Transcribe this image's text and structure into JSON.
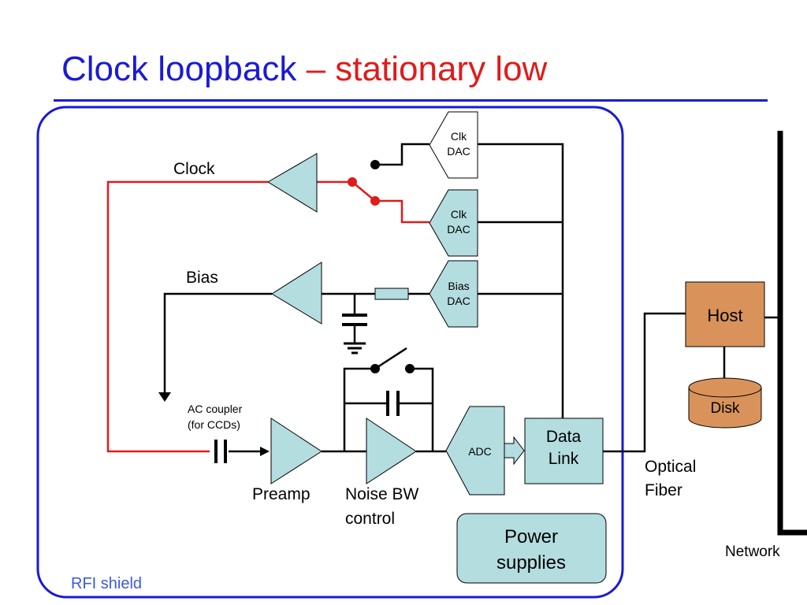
{
  "title": {
    "main": "Clock loopback",
    "sub": "– stationary low"
  },
  "labels": {
    "clock": "Clock",
    "bias": "Bias",
    "clk_dac": "Clk\nDAC",
    "bias_dac": "Bias\nDAC",
    "ac_coupler_line1": "AC coupler",
    "ac_coupler_line2": "(for CCDs)",
    "preamp": "Preamp",
    "noise_bw_line1": "Noise BW",
    "noise_bw_line2": "control",
    "adc": "ADC",
    "data_link_line1": "Data",
    "data_link_line2": "Link",
    "host": "Host",
    "disk": "Disk",
    "optical_fiber_line1": "Optical",
    "optical_fiber_line2": "Fiber",
    "power_supplies_line1": "Power",
    "power_supplies_line2": "supplies",
    "network": "Network",
    "rfi_shield": "RFI shield"
  },
  "colors": {
    "title_blue": "#1a1ad6",
    "title_red": "#e01b1b",
    "shield_blue": "#1a1ad6",
    "signal_red": "#e01b1b",
    "component_fill": "#b4dde0",
    "host_fill": "#d9935a",
    "rfi_label": "#3a5bd9"
  }
}
